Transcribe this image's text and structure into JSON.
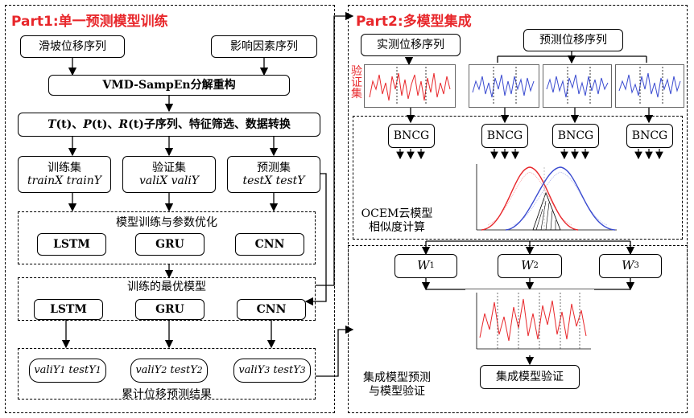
{
  "part1": {
    "title": "Part1:单一预测模型训练",
    "landslide_series": "滑坡位移序列",
    "factor_series": "影响因素序列",
    "vmd": "VMD-SampEn分解重构",
    "subseq_t": "T",
    "subseq_p": "P",
    "subseq_r": "R",
    "subseq_arg": "(t)",
    "subseq_sep": "、",
    "subseq_rest": "子序列、特征筛选、数据转换",
    "train_set": "训练集",
    "train_vars": "trainX trainY",
    "val_set": "验证集",
    "val_vars": "valiX valiY",
    "pred_set": "预测集",
    "pred_vars": "testX testY",
    "train_opt": "模型训练与参数优化",
    "lstm": "LSTM",
    "gru": "GRU",
    "cnn": "CNN",
    "best_model": "训练的最优模型",
    "result_vali": "vali",
    "result_test": "test",
    "result_y": "Y",
    "sub1": "1",
    "sub2": "2",
    "sub3": "3",
    "cum_result": "累计位移预测结果"
  },
  "part2": {
    "title": "Part2:多模型集成",
    "measured": "实测位移序列",
    "predicted": "预测位移序列",
    "val_label": "验证集",
    "bncg": "BNCG",
    "ocem_line1": "OCEM云模型",
    "ocem_line2": "相似度计算",
    "w": "W",
    "ensemble_line1": "集成模型预测",
    "ensemble_line2": "与模型验证",
    "ens_val": "集成模型验证"
  },
  "colors": {
    "red": "#e8272b",
    "blue": "#3a4bd0",
    "black": "#000000"
  }
}
